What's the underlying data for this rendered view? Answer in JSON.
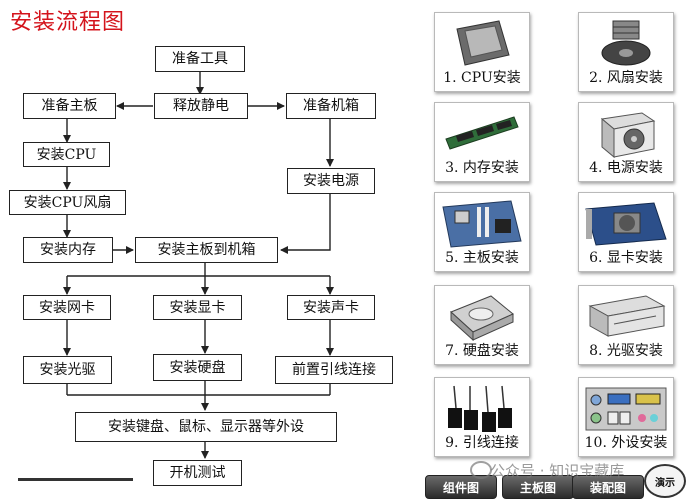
{
  "title": "安装流程图",
  "flow": {
    "prepare_tools": "准备工具",
    "prepare_board": "准备主板",
    "discharge": "释放静电",
    "prepare_case": "准备机箱",
    "install_cpu": "安装CPU",
    "install_psu": "安装电源",
    "install_cpu_fan": "安装CPU风扇",
    "install_memory": "安装内存",
    "board_to_case": "安装主板到机箱",
    "install_nic": "安装网卡",
    "install_gpu": "安装显卡",
    "install_sound": "安装声卡",
    "install_optical": "安装光驱",
    "install_hdd": "安装硬盘",
    "front_panel": "前置引线连接",
    "peripherals": "安装键盘、鼠标、显示器等外设",
    "boot_test": "开机测试"
  },
  "steps": [
    "1. CPU安装",
    "2. 风扇安装",
    "3. 内存安装",
    "4. 电源安装",
    "5. 主板安装",
    "6. 显卡安装",
    "7. 硬盘安装",
    "8. 光驱安装",
    "9. 引线连接",
    "10. 外设安装"
  ],
  "buttons": {
    "assembly": "组件图",
    "motherboard": "主板图",
    "config": "装配图"
  },
  "watermark": "公众号 · 知识宝藏库",
  "badge": "演示"
}
